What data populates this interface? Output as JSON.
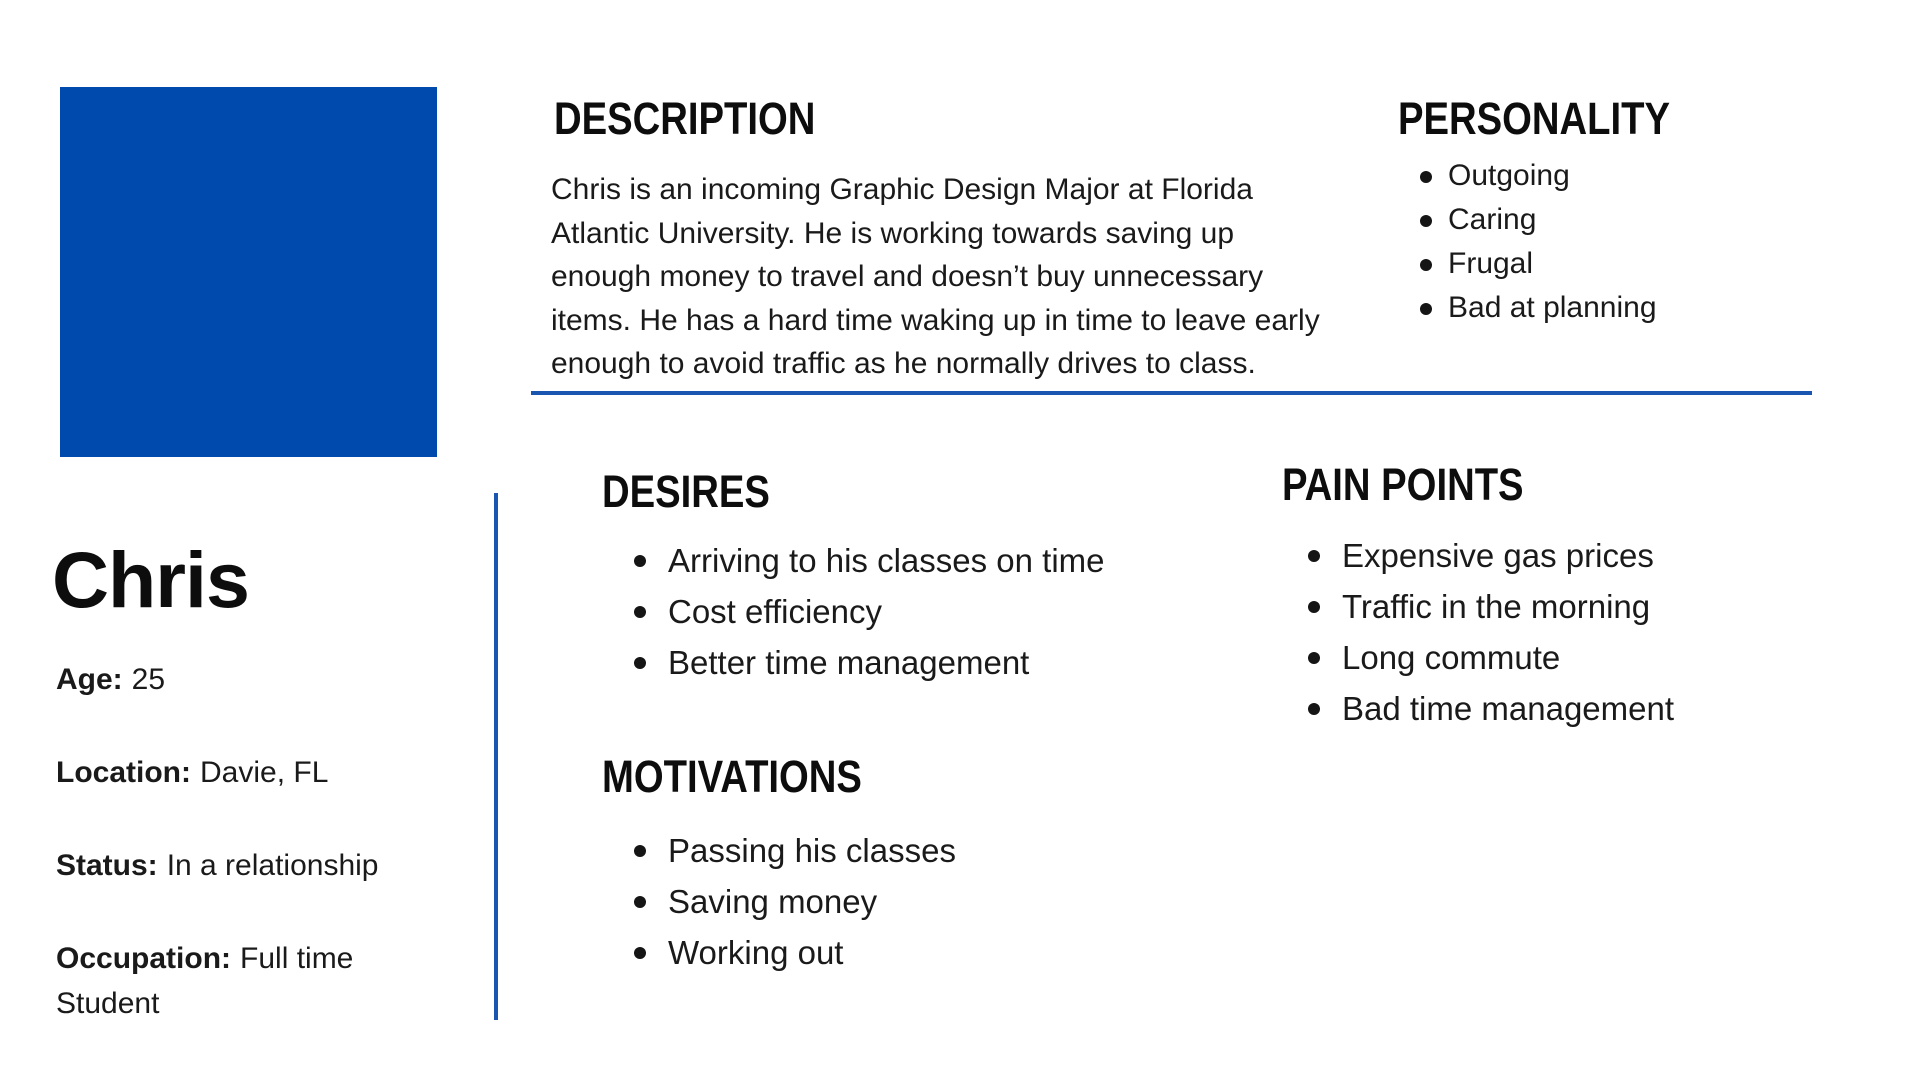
{
  "colors": {
    "photo_blue": "#004aad",
    "divider_blue": "#1a55b0",
    "text": "#1a1a1a"
  },
  "profile": {
    "photo": "blue-placeholder-square",
    "name": "Chris",
    "details": [
      {
        "label": "Age:",
        "value": "25"
      },
      {
        "label": "Location:",
        "value": "Davie, FL"
      },
      {
        "label": "Status:",
        "value": "In a relationship"
      },
      {
        "label": "Occupation:",
        "value": "Full time Student"
      }
    ]
  },
  "sections": {
    "description": {
      "title": "DESCRIPTION",
      "text": "Chris is an incoming Graphic Design Major at Florida Atlantic University. He is working towards saving up enough money to travel and doesn’t buy unnecessary items. He has a hard time waking up in time to leave early enough to avoid traffic as he normally drives to class.",
      "lines": [
        "Chris is an incoming Graphic Design Major at Florida",
        "Atlantic University. He is working towards saving up",
        "enough money to travel and doesn’t buy unnecessary",
        "items. He has a hard time waking up in time to leave early",
        "enough to avoid traffic as he normally drives to class."
      ]
    },
    "personality": {
      "title": "PERSONALITY",
      "items": [
        "Outgoing",
        "Caring",
        "Frugal",
        "Bad at planning"
      ]
    },
    "desires": {
      "title": "DESIRES",
      "items": [
        "Arriving to his classes on time",
        "Cost efficiency",
        "Better time management"
      ]
    },
    "motivations": {
      "title": "MOTIVATIONS",
      "items": [
        "Passing his classes",
        "Saving money",
        "Working out"
      ]
    },
    "pain_points": {
      "title": "PAIN POINTS",
      "items": [
        "Expensive gas prices",
        "Traffic in the morning",
        "Long commute",
        "Bad time management"
      ]
    }
  }
}
